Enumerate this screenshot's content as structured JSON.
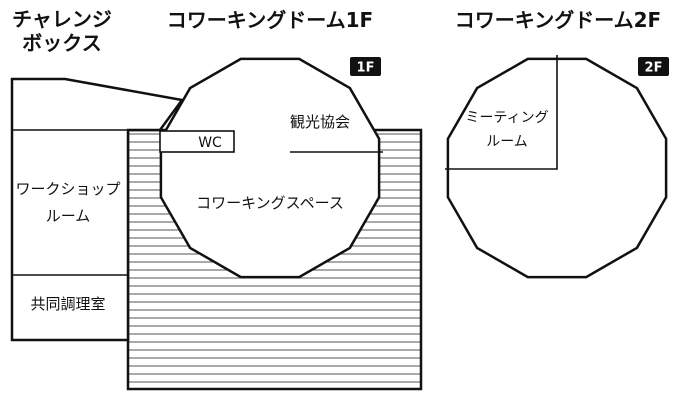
{
  "titles": {
    "challenge_box": [
      "チャレンジ",
      "ボックス"
    ],
    "dome_1f": "コワーキングドーム1F",
    "dome_2f": "コワーキングドーム2F"
  },
  "badges": {
    "floor_1": "1F",
    "floor_2": "2F"
  },
  "rooms_1f": {
    "wc": "WC",
    "tourism_association": "観光協会",
    "coworking_space": "コワーキングスペース",
    "workshop_room": [
      "ワークショップ",
      "ルーム"
    ],
    "shared_kitchen": "共同調理室"
  },
  "rooms_2f": {
    "meeting_room": [
      "ミーティング",
      "ルーム"
    ]
  },
  "colors": {
    "line": "#111111",
    "stripe": "#555555",
    "badge_bg": "#111111",
    "background": "#ffffff"
  }
}
